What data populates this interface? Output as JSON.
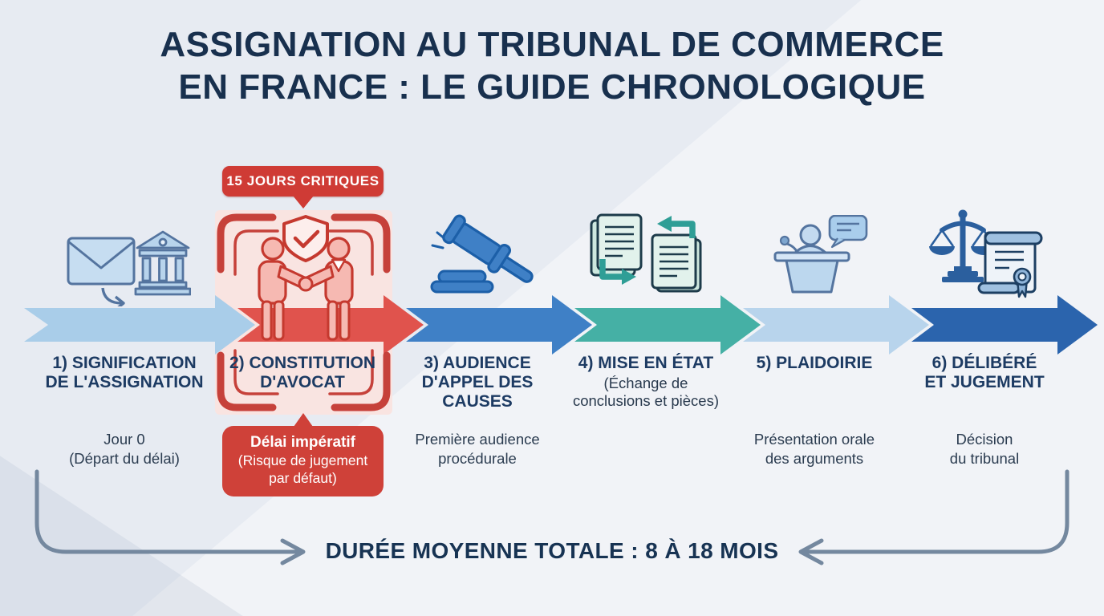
{
  "title": "ASSIGNATION AU TRIBUNAL DE COMMERCE\nEN FRANCE : LE GUIDE CHRONOLOGIQUE",
  "badge": {
    "label": "15 JOURS CRITIQUES"
  },
  "warning_box": {
    "title": "Délai impératif",
    "subtitle": "(Risque de jugement\npar défaut)"
  },
  "steps": [
    {
      "label": "1) SIGNIFICATION\nDE L'ASSIGNATION",
      "note": "Jour 0\n(Départ du délai)",
      "icon": "envelope-to-courthouse",
      "arrow_color": "#a9cde9"
    },
    {
      "label": "2) CONSTITUTION\nD'AVOCAT",
      "note": "",
      "icon": "handshake-shield",
      "arrow_color": "#e0534d"
    },
    {
      "label": "3) AUDIENCE\nD'APPEL DES\nCAUSES",
      "note": "Première audience\nprocédurale",
      "icon": "gavel",
      "arrow_color": "#3f80c6"
    },
    {
      "label": "4) MISE EN ÉTAT",
      "sublabel": "(Échange de\nconclusions et pièces)",
      "note": "",
      "icon": "documents-exchange",
      "arrow_color": "#45b0a5"
    },
    {
      "label": "5) PLAIDOIRIE",
      "note": "Présentation orale\ndes arguments",
      "icon": "podium-speaker",
      "arrow_color": "#b8d4ec"
    },
    {
      "label": "6) DÉLIBÉRÉ\nET JUGEMENT",
      "note": "Décision\ndu tribunal",
      "icon": "scales-judgment",
      "arrow_color": "#2b64ad"
    }
  ],
  "footer": {
    "label": "DURÉE MOYENNE TOTALE : 8 À 18 MOIS"
  },
  "colors": {
    "background": "#e7ebf2",
    "title_text": "#18304e",
    "label_text": "#1d3b63",
    "alert_red": "#cf3b35",
    "frame_red": "#c6413a",
    "frame_pink": "#f9e4e1",
    "bracket_slate": "#74889f"
  }
}
